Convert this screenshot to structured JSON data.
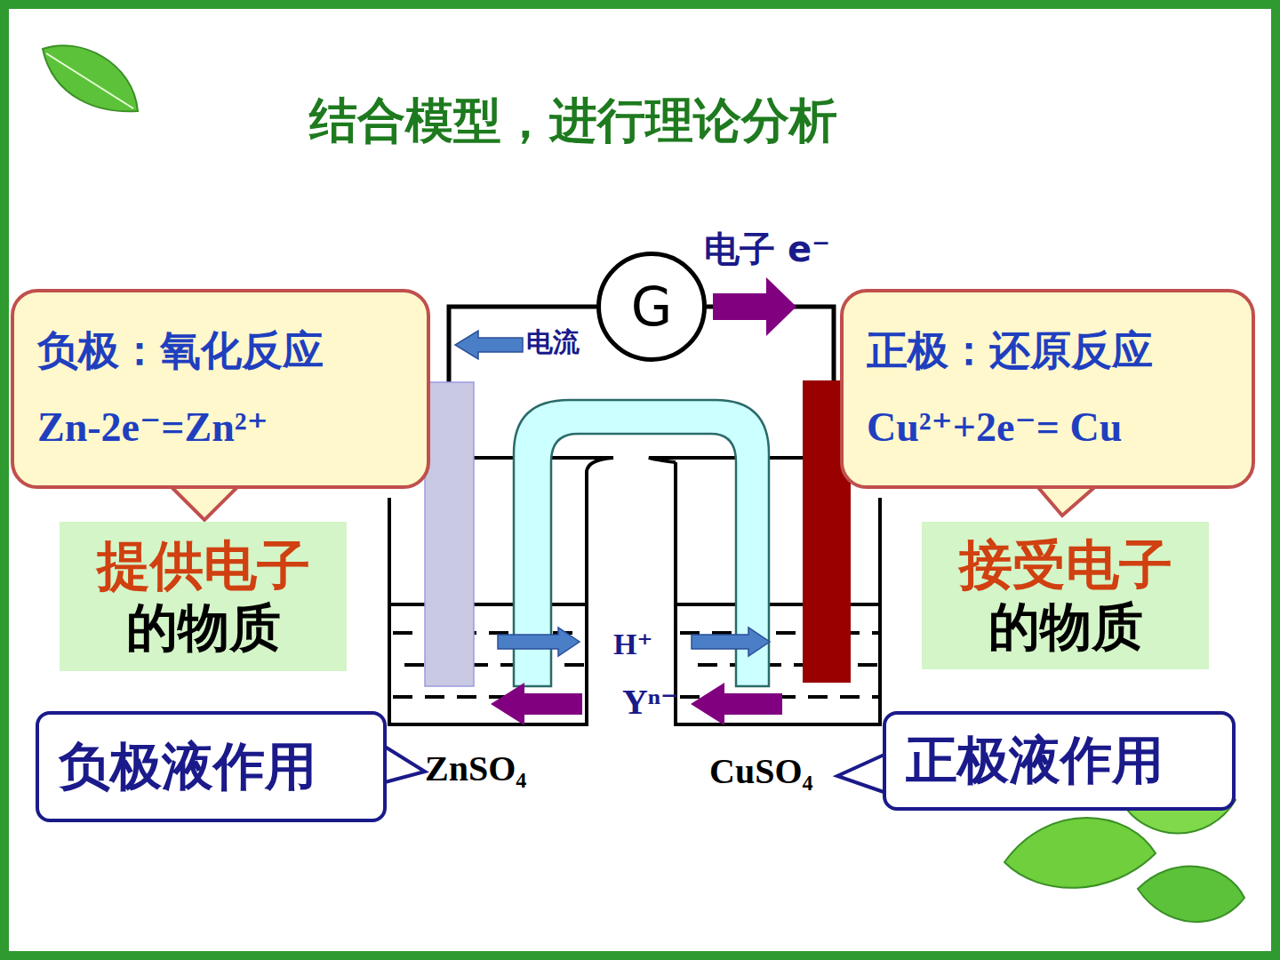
{
  "diagram": {
    "title": "结合模型，进行理论分析",
    "nodes": [
      {
        "text": [
          "G"
        ]
      },
      {
        "text": [
          "负极：氧化反应",
          "Zn-2e⁻=Zn²⁺"
        ]
      },
      {
        "text": [
          "正极：还原反应",
          "Cu²⁺+2e⁻= Cu"
        ]
      },
      {
        "text": [
          "提供电子",
          "的物质"
        ]
      },
      {
        "text": [
          "接受电子",
          "的物质"
        ]
      },
      {
        "text": [
          "负极液作用"
        ]
      },
      {
        "text": [
          "正极液作用"
        ]
      }
    ],
    "labels": [
      "电子 e⁻",
      "电流",
      "H⁺",
      "Yⁿ⁻",
      "ZnSO₄",
      "CuSO₄"
    ]
  }
}
